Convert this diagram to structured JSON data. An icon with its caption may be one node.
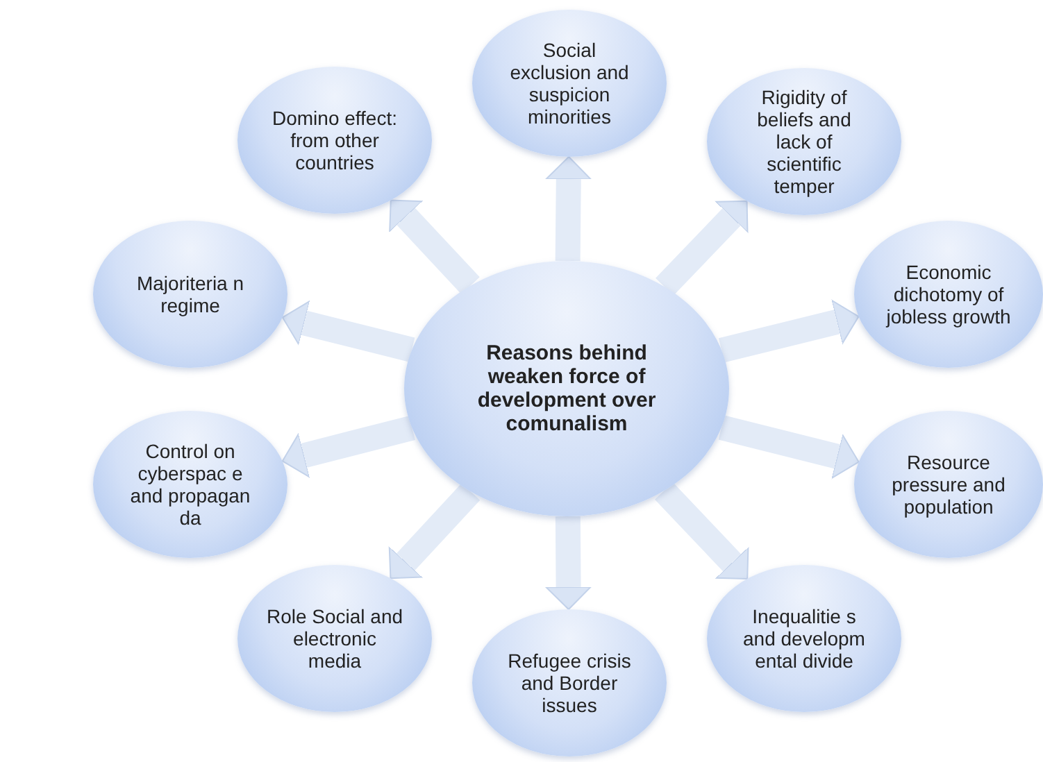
{
  "diagram": {
    "nodes": [
      {
        "text": [
          "Reasons behind weaken force of development over comunalism"
        ]
      },
      {
        "text": [
          "Social exclusion and suspicion minorities"
        ]
      },
      {
        "text": [
          "Rigidity of beliefs and lack of scientific temper"
        ]
      },
      {
        "text": [
          "Economic dichotomy of jobless growth"
        ]
      },
      {
        "text": [
          "Resource pressure and population"
        ]
      },
      {
        "text": [
          "Inequalitie s and developm ental divide"
        ]
      },
      {
        "text": [
          "Refugee crisis and Border issues"
        ]
      },
      {
        "text": [
          "Role Social and electronic media"
        ]
      },
      {
        "text": [
          "Control on cyberspac e and propagan da"
        ]
      },
      {
        "text": [
          "Majoriteria n regime"
        ]
      },
      {
        "text": [
          "Domino effect: from other countries"
        ]
      }
    ],
    "edges": [
      {
        "from": 0,
        "to": 1,
        "arrow": "to"
      },
      {
        "from": 0,
        "to": 2,
        "arrow": "to"
      },
      {
        "from": 0,
        "to": 3,
        "arrow": "to"
      },
      {
        "from": 0,
        "to": 4,
        "arrow": "to"
      },
      {
        "from": 0,
        "to": 5,
        "arrow": "to"
      },
      {
        "from": 0,
        "to": 6,
        "arrow": "to"
      },
      {
        "from": 0,
        "to": 7,
        "arrow": "to"
      },
      {
        "from": 0,
        "to": 8,
        "arrow": "to"
      },
      {
        "from": 0,
        "to": 9,
        "arrow": "to"
      },
      {
        "from": 0,
        "to": 10,
        "arrow": "to"
      }
    ]
  }
}
